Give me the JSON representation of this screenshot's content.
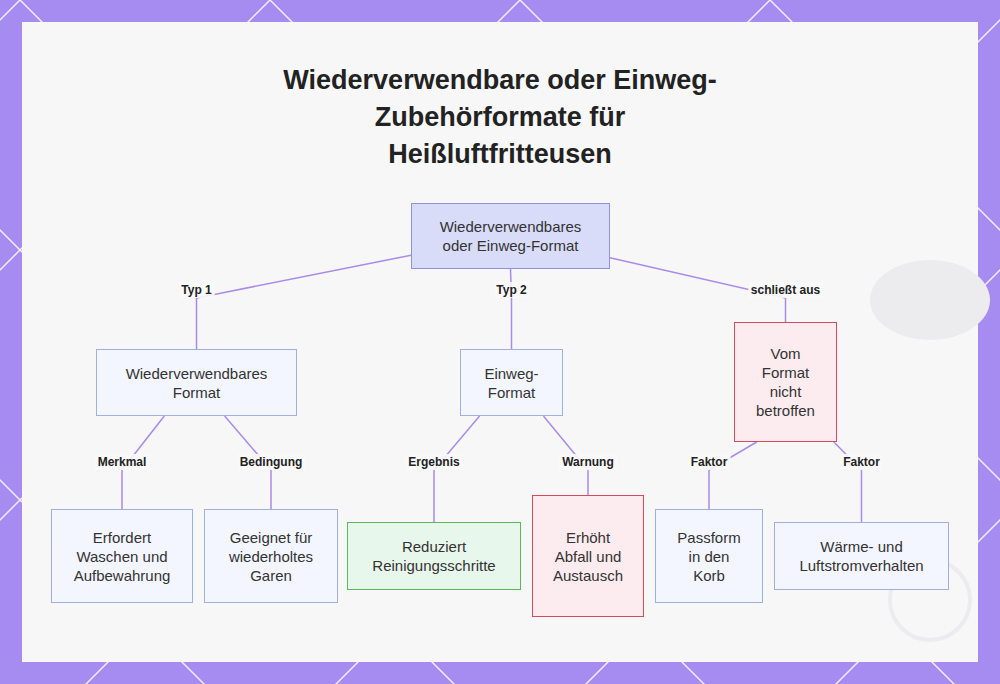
{
  "diagram": {
    "title": "Wiederverwendbare oder Einweg-Zubehörformate für Heißluftfritteusen",
    "nodes": [
      {
        "text": [
          "Wiederverwendbares oder Einweg-Format"
        ]
      },
      {
        "text": [
          "Wiederverwendbares Format"
        ]
      },
      {
        "text": [
          "Einweg-Format"
        ]
      },
      {
        "text": [
          "Vom Format nicht betroffen"
        ]
      },
      {
        "text": [
          "Erfordert Waschen und Aufbewahrung"
        ]
      },
      {
        "text": [
          "Geeignet für wiederholtes Garen"
        ]
      },
      {
        "text": [
          "Reduziert Reinigungsschritte"
        ]
      },
      {
        "text": [
          "Erhöht Abfall und Austausch"
        ]
      },
      {
        "text": [
          "Passform in den Korb"
        ]
      },
      {
        "text": [
          "Wärme- und Luftstromverhalten"
        ]
      }
    ],
    "edges": [
      {
        "from": 0,
        "to": 1,
        "label": "Typ 1",
        "arrow": "none"
      },
      {
        "from": 0,
        "to": 2,
        "label": "Typ 2",
        "arrow": "none"
      },
      {
        "from": 0,
        "to": 3,
        "label": "schließt aus",
        "arrow": "none"
      },
      {
        "from": 1,
        "to": 4,
        "label": "Merkmal",
        "arrow": "none"
      },
      {
        "from": 1,
        "to": 5,
        "label": "Bedingung",
        "arrow": "none"
      },
      {
        "from": 2,
        "to": 6,
        "label": "Ergebnis",
        "arrow": "none"
      },
      {
        "from": 2,
        "to": 7,
        "label": "Warnung",
        "arrow": "none"
      },
      {
        "from": 3,
        "to": 8,
        "label": "Faktor",
        "arrow": "none"
      },
      {
        "from": 3,
        "to": 9,
        "label": "Faktor",
        "arrow": "none"
      }
    ]
  }
}
